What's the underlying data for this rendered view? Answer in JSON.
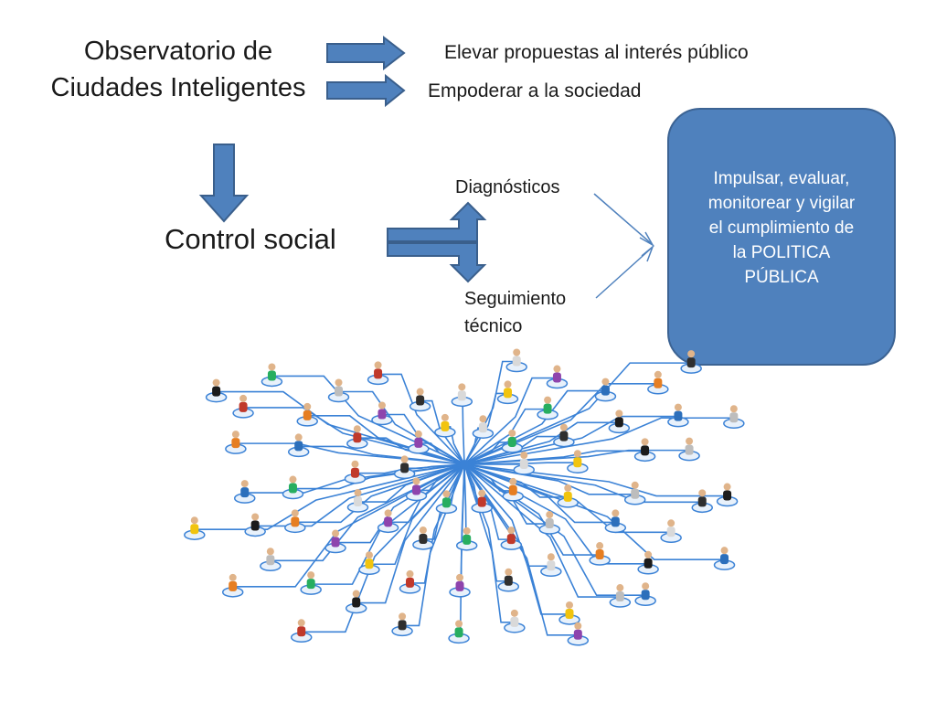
{
  "title": {
    "line1": "Observatorio de",
    "line2": "Ciudades Inteligentes"
  },
  "proposals": [
    "Elevar propuestas al interés público",
    "Empoderar a la sociedad"
  ],
  "control": "Control social",
  "branches": {
    "top": "Diagnósticos",
    "bottom_line1": "Seguimiento",
    "bottom_line2": "técnico"
  },
  "callout": {
    "lines": [
      "Impulsar, evaluar,",
      "monitorear y vigilar",
      "el cumplimiento de",
      "la POLITICA",
      "PÚBLICA"
    ]
  },
  "colors": {
    "arrow_fill": "#4f81bd",
    "arrow_stroke": "#3a5f8c",
    "callout_fill": "#4f81bd",
    "network_line": "#3b82d6"
  },
  "image": {
    "icon": "people-network-icon"
  }
}
